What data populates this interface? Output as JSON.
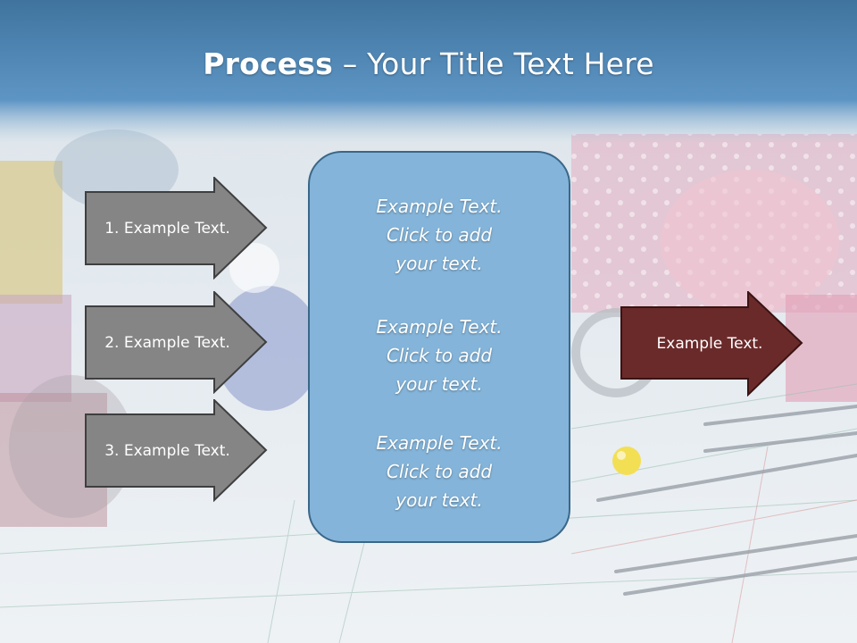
{
  "title": {
    "bold": "Process",
    "separator": " – ",
    "rest": "Your Title Text Here"
  },
  "left_arrows": [
    {
      "label": "1. Example Text."
    },
    {
      "label": "2. Example Text."
    },
    {
      "label": "3. Example Text."
    }
  ],
  "center_box": {
    "blocks": [
      {
        "lines": [
          "Example Text.",
          "Click  to add",
          "your text."
        ]
      },
      {
        "lines": [
          "Example Text.",
          "Click  to add",
          "your text."
        ]
      },
      {
        "lines": [
          "Example Text.",
          "Click  to add",
          "your text."
        ]
      }
    ]
  },
  "right_arrow": {
    "label": "Example Text."
  },
  "colors": {
    "title_bar": "#4f88b5",
    "gray_arrow_fill": "#858585",
    "gray_arrow_stroke": "#3f3f3f",
    "center_box_fill": "#84b4d9",
    "center_box_stroke": "#3a6788",
    "right_arrow_fill": "#6b2a2a",
    "right_arrow_stroke": "#3a1313"
  }
}
